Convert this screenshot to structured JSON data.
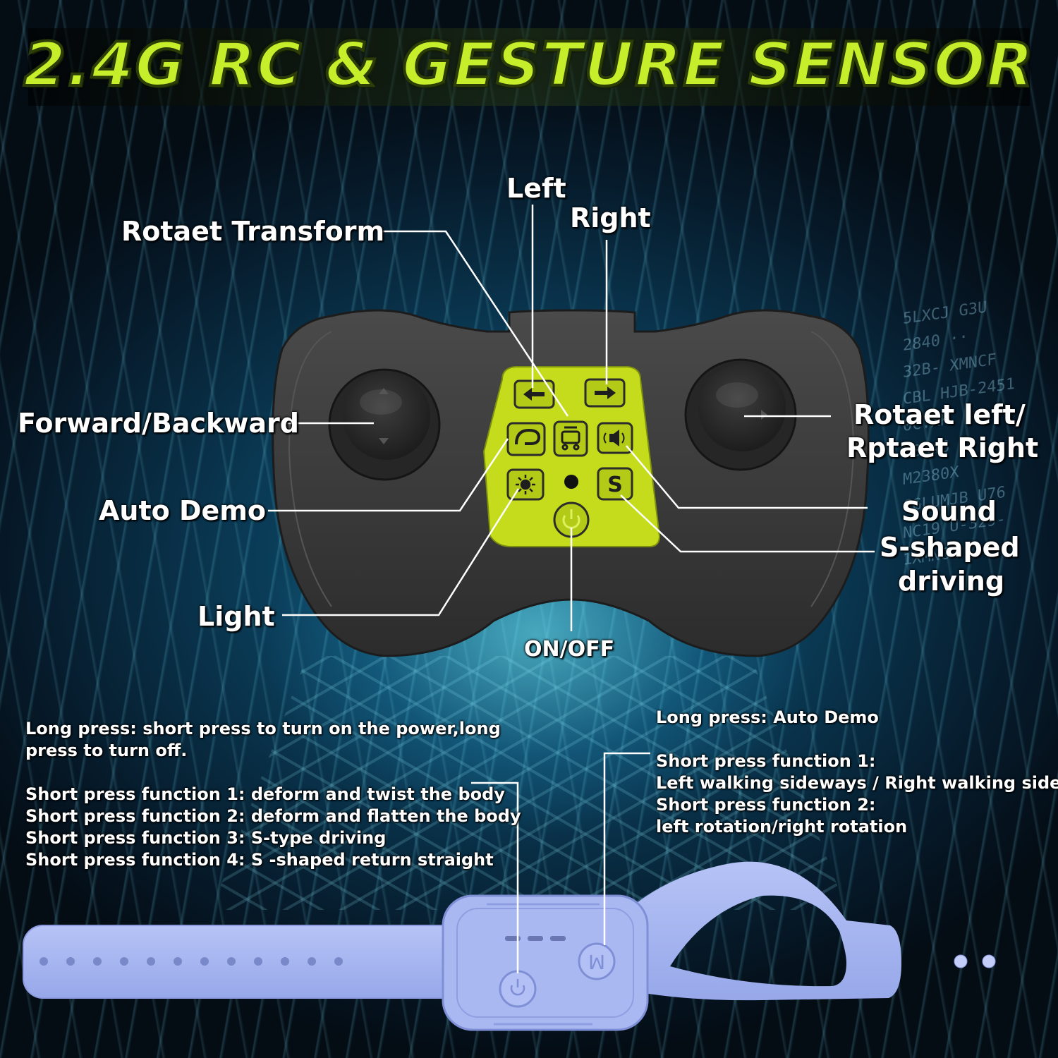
{
  "title": "2.4G RC & GESTURE SENSOR",
  "background_code_text": [
    "5LXCJ G3U",
    "2840 ·· ",
    "32B- XMNCF",
    "CBL HJB-2451",
    "0C.XK",
    "U8646",
    "M2380X",
    "CGLUMJB U76",
    "NC19 U-329-1XMNG"
  ],
  "remote_labels": {
    "left": "Left",
    "right": "Right",
    "rotate_transform": "Rotaet Transform",
    "forward_backward": "Forward/Backward",
    "rotate_left_right_line1": "Rotaet left/",
    "rotate_left_right_line2": "Rptaet Right",
    "auto_demo": "Auto Demo",
    "sound": "Sound",
    "s_shaped_line1": "S-shaped",
    "s_shaped_line2": "driving",
    "light": "Light",
    "on_off": "ON/OFF"
  },
  "remote_buttons": {
    "s_key": "S"
  },
  "watch_notes": {
    "power_button": {
      "line1": "Long press: short press to turn on the power,long",
      "line2": "press to turn off.",
      "line3": "Short press function 1: deform and twist the body",
      "line4": "Short press function 2: deform and flatten the body",
      "line5": "Short press function 3: S-type driving",
      "line6": "Short press function 4: S -shaped return straight"
    },
    "mode_button": {
      "line1": "Long press: Auto Demo",
      "line2": "Short press function 1:",
      "line3": "Left walking sideways / Right walking sideways",
      "line4": "Short press function 2:",
      "line5": "left rotation/right rotation"
    },
    "mode_key": "M"
  },
  "colors": {
    "accent_green": "#c6ee2a",
    "remote_body": "#3b3b3b",
    "keypad": "#c4dc1c",
    "watch_band": "#a9b8f2"
  }
}
